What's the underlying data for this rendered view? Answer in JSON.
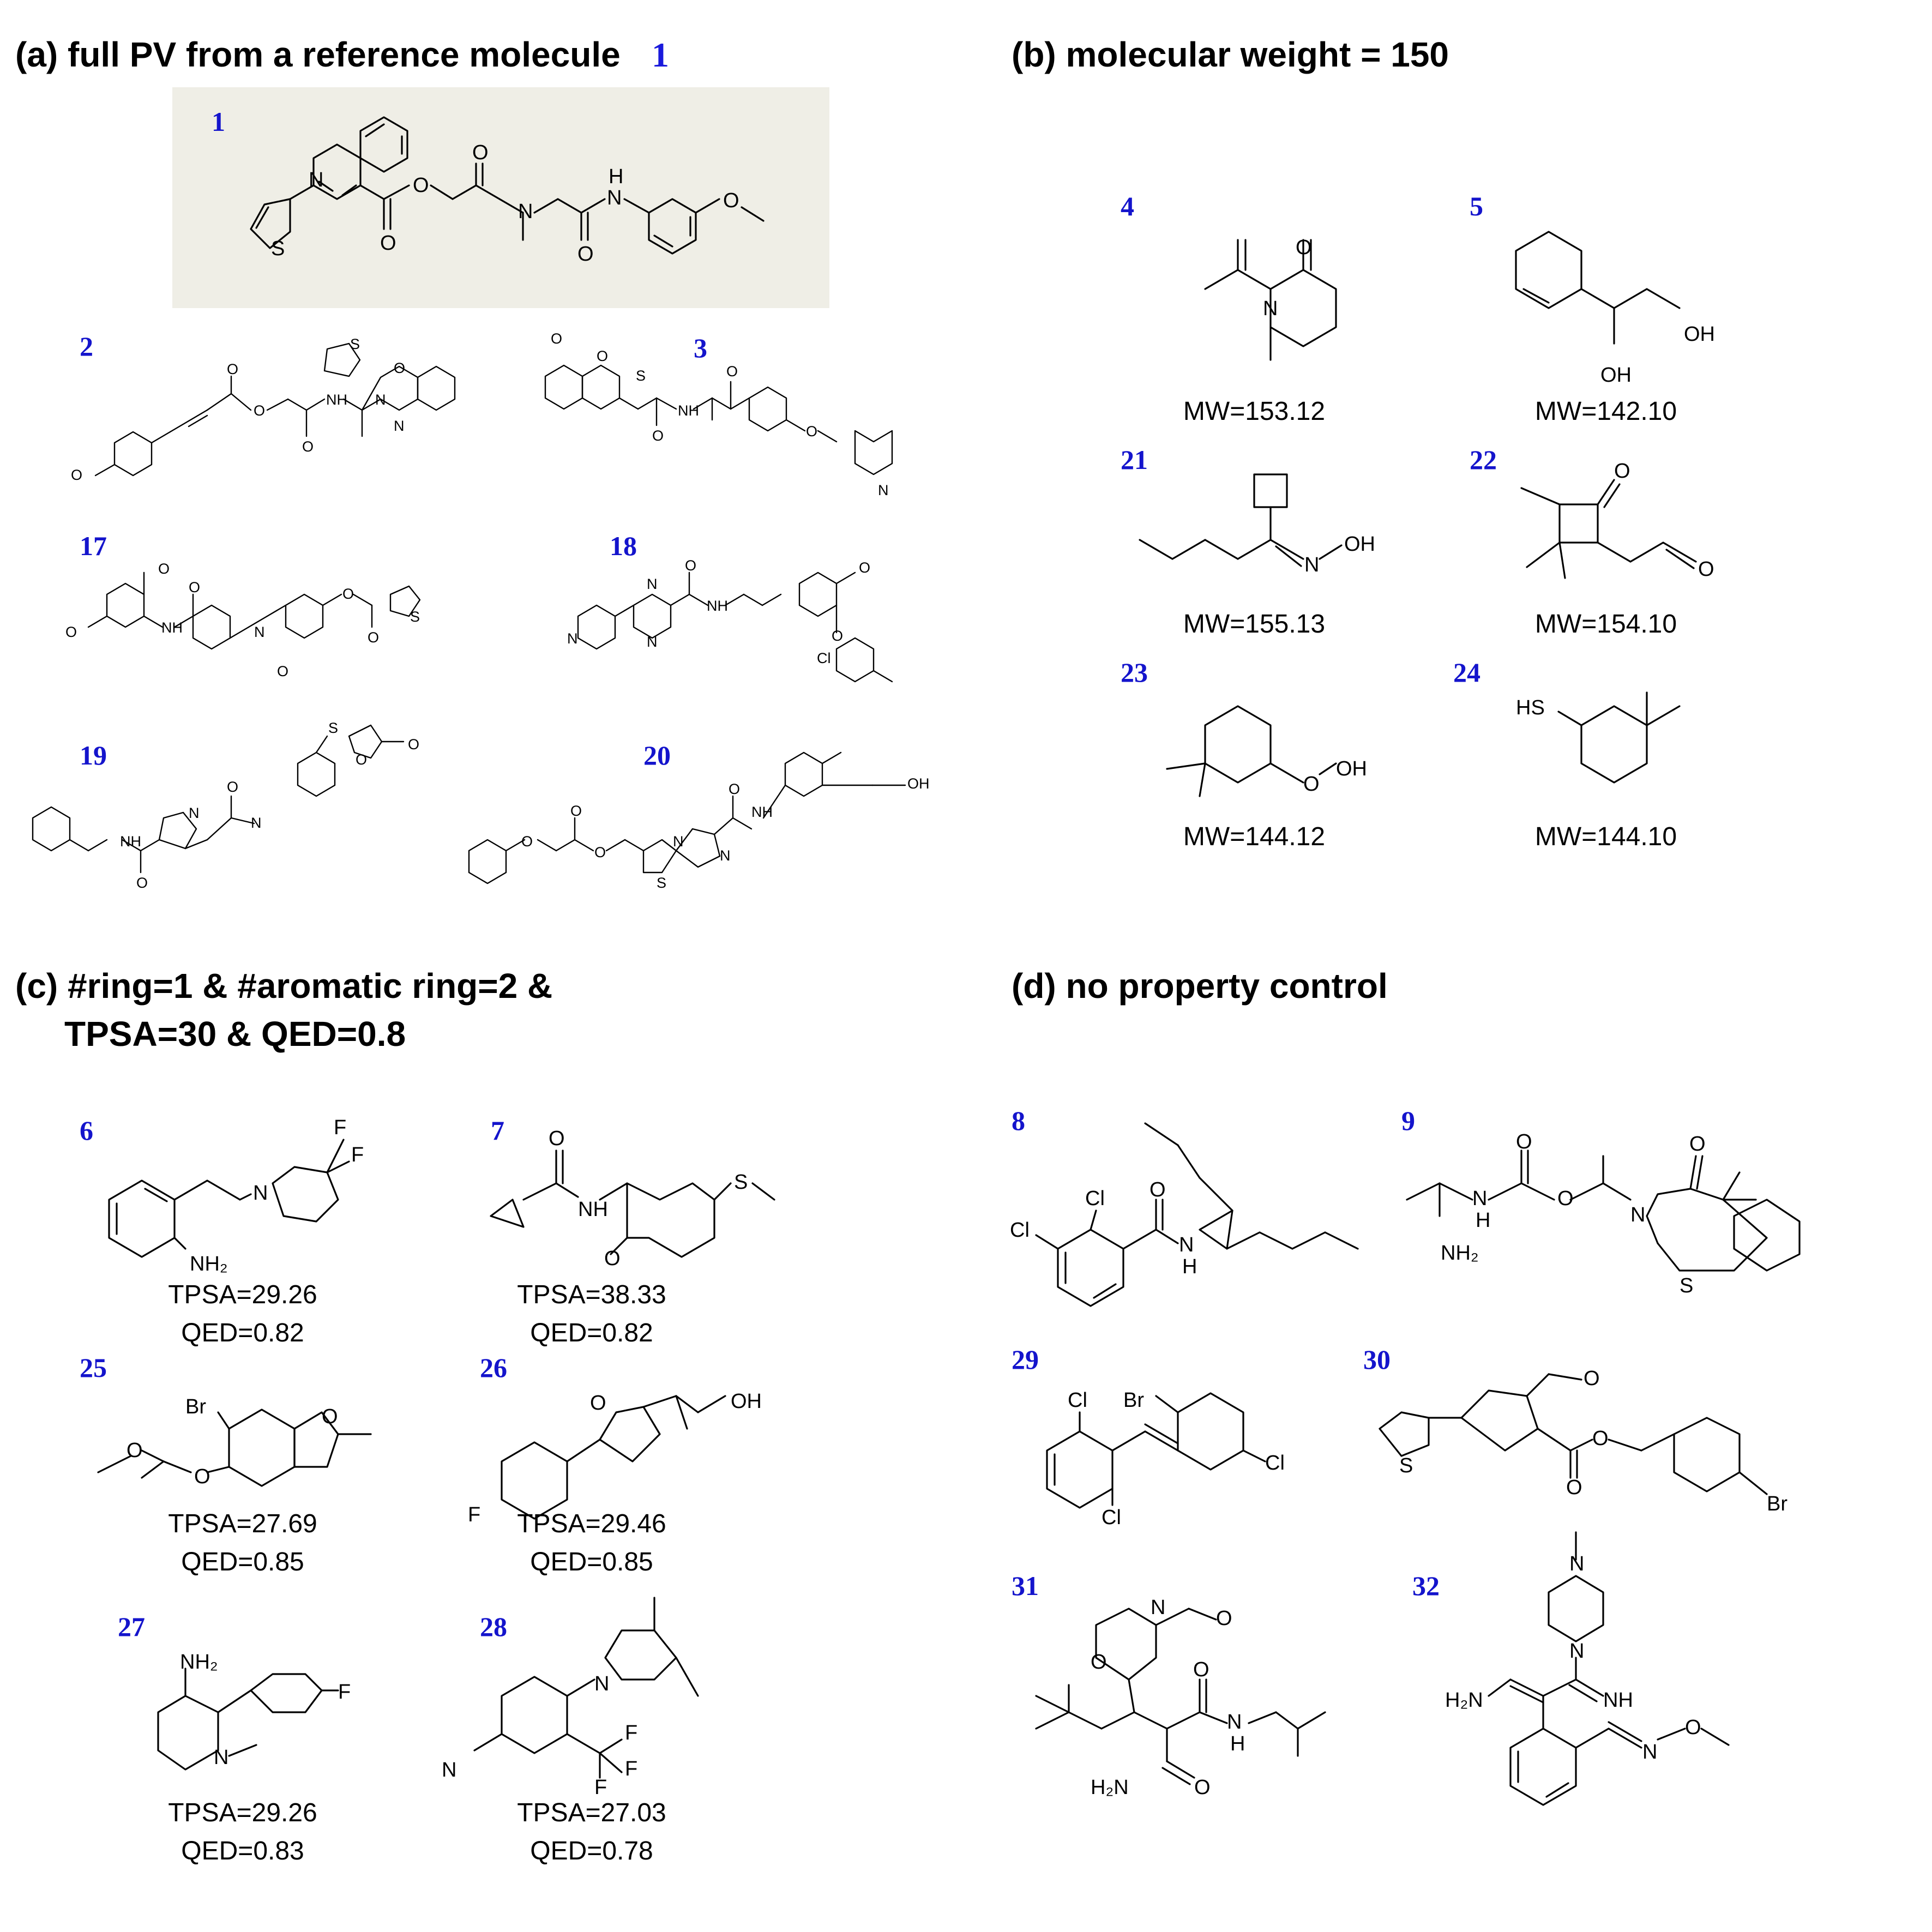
{
  "panels": {
    "a": {
      "title": "(a) full PV from a reference molecule",
      "ref_num": "1"
    },
    "b": {
      "title": "(b) molecular weight = 150"
    },
    "c": {
      "title_line1": "(c) #ring=1 & #aromatic ring=2 &",
      "title_line2": "TPSA=30 & QED=0.8"
    },
    "d": {
      "title": "(d) no property control"
    }
  },
  "molecules": {
    "m1": {
      "num": "1"
    },
    "m2": {
      "num": "2"
    },
    "m3": {
      "num": "3"
    },
    "m17": {
      "num": "17"
    },
    "m18": {
      "num": "18"
    },
    "m19": {
      "num": "19"
    },
    "m20": {
      "num": "20"
    },
    "m4": {
      "num": "4",
      "prop": "MW=153.12"
    },
    "m5": {
      "num": "5",
      "prop": "MW=142.10"
    },
    "m21": {
      "num": "21",
      "prop": "MW=155.13"
    },
    "m22": {
      "num": "22",
      "prop": "MW=154.10"
    },
    "m23": {
      "num": "23",
      "prop": "MW=144.12"
    },
    "m24": {
      "num": "24",
      "prop": "MW=144.10"
    },
    "m6": {
      "num": "6",
      "tpsa": "TPSA=29.26",
      "qed": "QED=0.82"
    },
    "m7": {
      "num": "7",
      "tpsa": "TPSA=38.33",
      "qed": "QED=0.82"
    },
    "m25": {
      "num": "25",
      "tpsa": "TPSA=27.69",
      "qed": "QED=0.85"
    },
    "m26": {
      "num": "26",
      "tpsa": "TPSA=29.46",
      "qed": "QED=0.85"
    },
    "m27": {
      "num": "27",
      "tpsa": "TPSA=29.26",
      "qed": "QED=0.83"
    },
    "m28": {
      "num": "28",
      "tpsa": "TPSA=27.03",
      "qed": "QED=0.78"
    },
    "m8": {
      "num": "8"
    },
    "m9": {
      "num": "9"
    },
    "m29": {
      "num": "29"
    },
    "m30": {
      "num": "30"
    },
    "m31": {
      "num": "31"
    },
    "m32": {
      "num": "32"
    }
  },
  "atoms": {
    "N": "N",
    "O": "O",
    "S": "S",
    "F": "F",
    "H": "H",
    "Cl": "Cl",
    "Br": "Br",
    "NH": "NH",
    "OH": "OH",
    "HS": "HS",
    "NH2": "NH₂",
    "H2N": "H₂N"
  },
  "colors": {
    "number": "#1414cc",
    "reference_box": "#efeee6",
    "text": "#000000"
  }
}
